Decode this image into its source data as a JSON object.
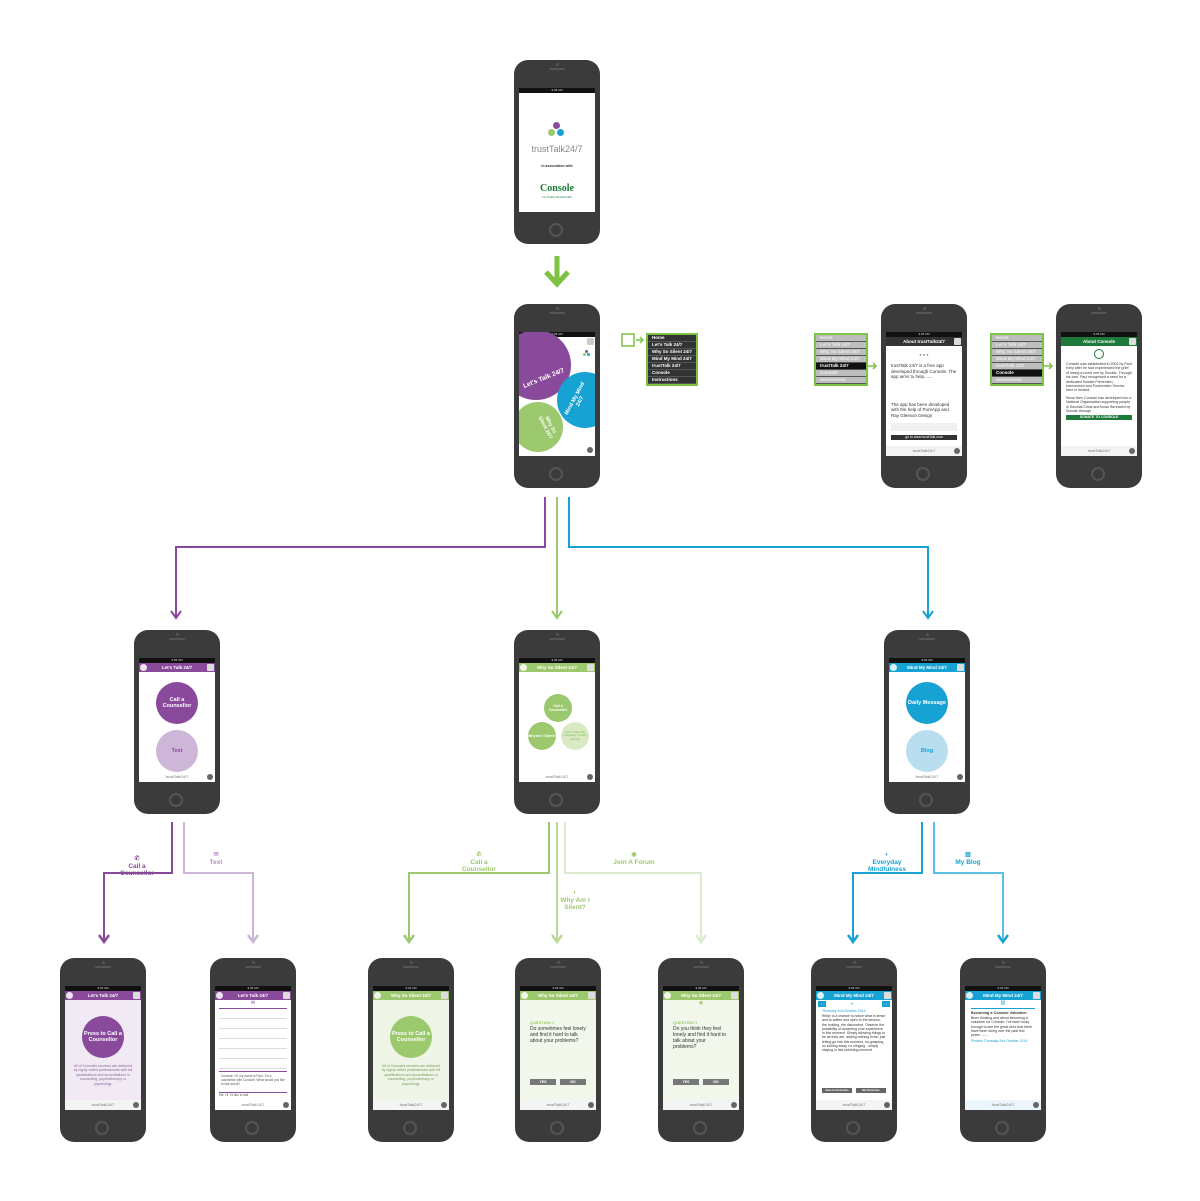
{
  "status_time": "9:05 AM",
  "brand": "trustTalk24/7",
  "colors": {
    "purple": "#8a4a9c",
    "green": "#9cc96e",
    "blue": "#17a2d4",
    "bright_green": "#7dc242",
    "dark_green": "#1d7a3a",
    "light_purple": "#cdb6d8",
    "light_green": "#d8e9c4",
    "light_blue": "#b9def0"
  },
  "splash": {
    "subtitle": "In association with",
    "partner": "Console",
    "partner_tag": "For Positive Mental Health"
  },
  "home": {
    "bubbles": [
      "Let's Talk 24/7",
      "Mind My Mind 24/7",
      "Why So Silent 24/7"
    ]
  },
  "menu": {
    "items": [
      "Home",
      "Let's Talk 24/7",
      "Why So Silent 24/7",
      "Mind My Mind 24/7",
      "trustTalk 24/7",
      "Console",
      "Instructions"
    ]
  },
  "about_trust": {
    "title": "About trustTalk24/7",
    "p1": "trustTalk 24/7 is a free app developed through Console. The app aims to help.......",
    "p2": "The app has been developed with the help of PureApp and Ray Gleeson Design",
    "link": "go to www.trustTalk.com"
  },
  "about_console": {
    "title": "About Console",
    "p1": "Console was established in 2002 by Paul Kelly after he had experienced the grief of losing a loved one by Suicide. Through his loss, Paul recognised a need for a dedicated Suicide Prevention, Intervention and Postvention Service here in Ireland.",
    "p2": "Since then Console has developed into a National Organisation supporting people in Suicidal Crisis and those Bereaved by Suicide through",
    "button": "DONATE TO CONSOLE"
  },
  "lets_talk": {
    "title": "Let's Talk 24/7",
    "call": "Call a Counsellor",
    "text": "Text"
  },
  "why_silent": {
    "title": "Why So Silent 24/7",
    "call": "Call a Counsellor",
    "why": "Why am I Silent?",
    "forum": "Join A Silently Thinking Forum (about)"
  },
  "mind_my_mind": {
    "title": "Mind My Mind 24/7",
    "daily": "Daily Message",
    "blog": "Blog"
  },
  "branch_labels": {
    "lt_call": "Call a Counsellor",
    "lt_text": "Text",
    "ws_call": "Call a Counsellor",
    "ws_why": "Why Am I Silent?",
    "ws_forum": "Join A Forum",
    "mm_every": "Everyday Mindfulness",
    "mm_blog": "My Blog"
  },
  "press": {
    "label": "Press to Call a Counsellor",
    "body": "All of Consoles services are delivered by highly vetted professionals with full qualifications and accreditations in counselling, psychotherapy or psychology."
  },
  "chat": {
    "msg1": "Console: Hi, my name is Paul. I'm a counsellor with Console. What would you like to talk about?",
    "msg2": "Me: Hi, I'd like to talk"
  },
  "q1": {
    "label": "QUESTION 1",
    "text": "Do sometimes feel lonely and find it hard to talk about your problems?",
    "yes": "YES",
    "no": "NO"
  },
  "q2": {
    "label": "QUESTION 1",
    "text": "Do you think they feel lonely and find it hard to talk about your problems?",
    "yes": "YES",
    "no": "NO"
  },
  "daily_msg": {
    "date": "Thursday 2nd October 2014",
    "text": "Relax is a chance to notice what is tense and to soften and open to the tension, the holding, the discomfort. Observe the possibility of accepting your experience in this moment. Simply allowing things to be as they are, adding nothing extra, just letting go into this moment, no grasping, no kicking away, no clinging - simply staying in this unfolding moment.",
    "b1": "Save to Favourites",
    "b2": "My Favourites"
  },
  "blog_post": {
    "title": "Becoming a Console Volunteer",
    "text": "Been thinking and about becoming a volunteer for Console. I've been lucky enough to see the great work that there have been doing over the past few years.........",
    "date": "Posted: Thursday 2nd October 2014"
  }
}
